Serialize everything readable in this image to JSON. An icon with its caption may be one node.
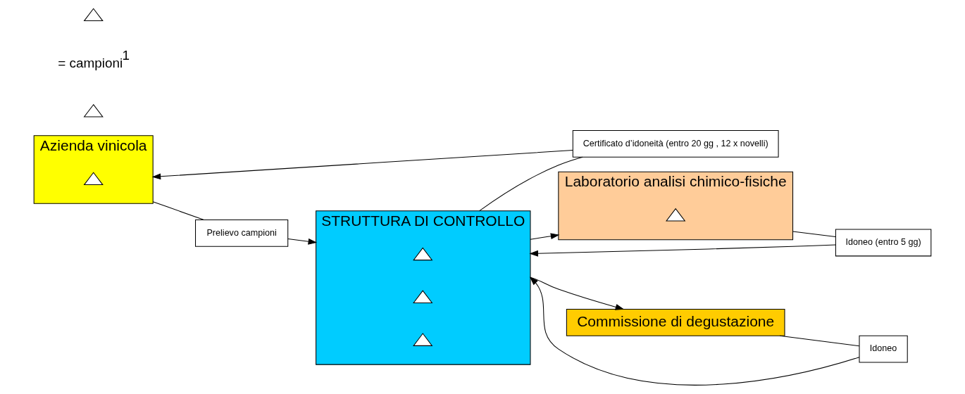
{
  "diagram": {
    "nodes": [
      {
        "text": [
          "Azienda vinicola"
        ]
      },
      {
        "text": [],
        "shape": "triangle",
        "in": 0
      },
      {
        "text": [
          "Prelievo campioni"
        ]
      },
      {
        "text": [
          "STRUTTURA DI CONTROLLO"
        ]
      },
      {
        "text": [],
        "shape": "triangle",
        "in": 3
      },
      {
        "text": [],
        "shape": "triangle",
        "in": 3
      },
      {
        "text": [],
        "shape": "triangle",
        "in": 3
      },
      {
        "text": [
          "Laboratorio analisi chimico-fisiche"
        ]
      },
      {
        "text": [],
        "shape": "triangle",
        "in": 7
      },
      {
        "text": [
          "Idoneo (entro 5 gg)"
        ]
      },
      {
        "text": [
          "Certificato d’idoneità (entro 20 gg , 12 x novelli)"
        ]
      },
      {
        "text": [
          "Idoneo"
        ]
      },
      {
        "text": [],
        "shape": "triangle"
      },
      {
        "text": [
          "Commissione di degustazione"
        ]
      }
    ],
    "edges": [
      {
        "from": 0,
        "to": 2,
        "arrow": "none"
      },
      {
        "from": 2,
        "to": 3,
        "arrow": "to"
      },
      {
        "from": 3,
        "to": 7,
        "arrow": "to"
      },
      {
        "from": 7,
        "to": 9,
        "arrow": "none"
      },
      {
        "from": 9,
        "to": 3,
        "arrow": "to"
      },
      {
        "from": 3,
        "to": 10,
        "arrow": "none"
      },
      {
        "from": 10,
        "to": 0,
        "arrow": "to"
      },
      {
        "from": 13,
        "to": 11,
        "arrow": "none"
      },
      {
        "from": 11,
        "to": 3,
        "arrow": "to"
      },
      {
        "from": 3,
        "to": 13,
        "arrow": "to"
      }
    ],
    "legend": [
      {
        "text": "= campioni$^{1}$"
      }
    ]
  }
}
